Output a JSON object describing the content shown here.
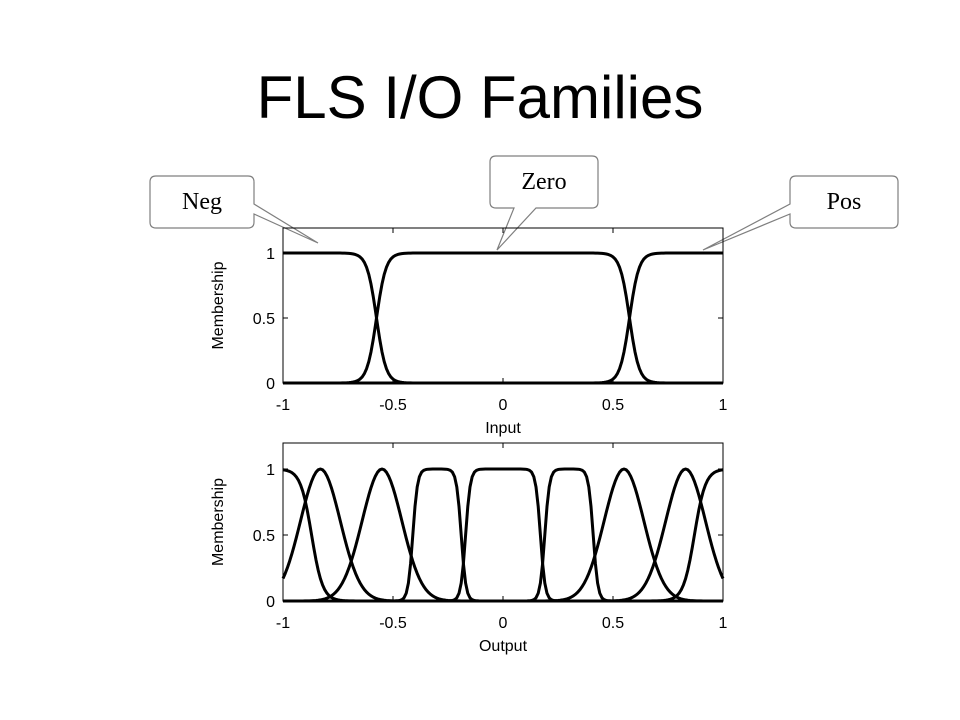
{
  "slide": {
    "title": "FLS I/O Families"
  },
  "callouts": [
    {
      "id": "neg",
      "label": "Neg"
    },
    {
      "id": "zero",
      "label": "Zero"
    },
    {
      "id": "pos",
      "label": "Pos"
    }
  ],
  "chart_data": [
    {
      "type": "line",
      "title": "",
      "xlabel": "Input",
      "ylabel": "Membership",
      "xlim": [
        -1,
        1
      ],
      "ylim": [
        0,
        1
      ],
      "xticks": [
        "-1",
        "-0.5",
        "0",
        "0.5",
        "1"
      ],
      "yticks": [
        "0",
        "0.5",
        "1"
      ],
      "grid": false,
      "color": "#000000",
      "series": [
        {
          "name": "Neg",
          "shape": "left-shoulder",
          "a": -0.6,
          "b": -0.55,
          "width": 0.12
        },
        {
          "name": "Zero",
          "shape": "trapezoid",
          "a": -0.6,
          "b": 0.6,
          "c": -0.55,
          "d": 0.55,
          "width": 0.12
        },
        {
          "name": "Pos",
          "shape": "right-shoulder",
          "a": 0.55,
          "b": 0.6,
          "width": 0.12
        }
      ]
    },
    {
      "type": "line",
      "title": "",
      "xlabel": "Output",
      "ylabel": "Membership",
      "xlim": [
        -1,
        1
      ],
      "ylim": [
        0,
        1
      ],
      "xticks": [
        "-1",
        "-0.5",
        "0",
        "0.5",
        "1"
      ],
      "yticks": [
        "0",
        "0.5",
        "1"
      ],
      "grid": false,
      "color": "#000000",
      "series": [
        {
          "shape": "left-shoulder",
          "a": -0.87,
          "b": -0.87,
          "width": 0.14
        },
        {
          "shape": "bell",
          "center": -0.83,
          "width": 0.14
        },
        {
          "shape": "bell",
          "center": -0.55,
          "width": 0.14
        },
        {
          "shape": "trapezoid",
          "a": -0.42,
          "b": -0.18,
          "c": -0.4,
          "d": -0.2,
          "width": 0.06
        },
        {
          "shape": "trapezoid",
          "a": -0.18,
          "b": 0.18,
          "c": -0.16,
          "d": 0.16,
          "width": 0.06
        },
        {
          "shape": "trapezoid",
          "a": 0.18,
          "b": 0.42,
          "c": 0.2,
          "d": 0.4,
          "width": 0.06
        },
        {
          "shape": "bell",
          "center": 0.55,
          "width": 0.14
        },
        {
          "shape": "bell",
          "center": 0.83,
          "width": 0.14
        },
        {
          "shape": "right-shoulder",
          "a": 0.87,
          "b": 0.87,
          "width": 0.14
        }
      ]
    }
  ]
}
